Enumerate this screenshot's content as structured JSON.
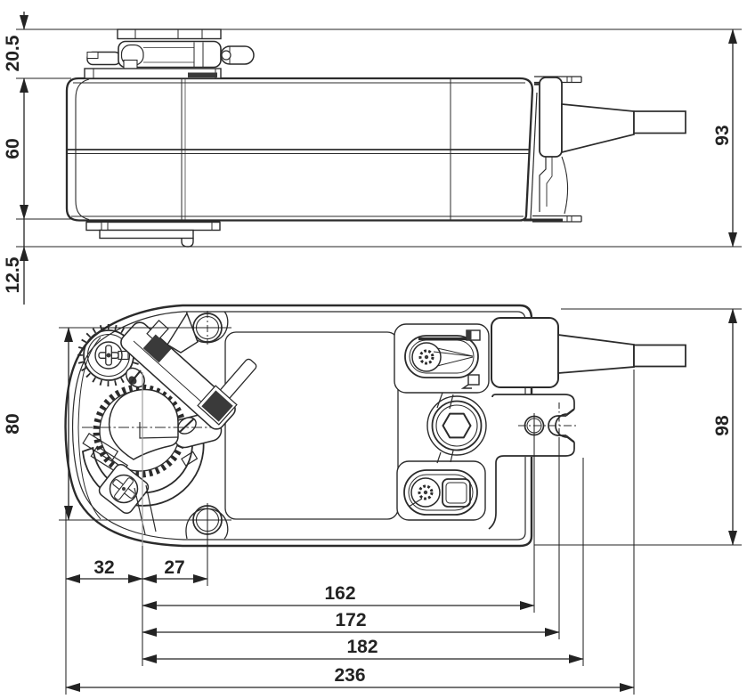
{
  "drawing": {
    "units": "mm",
    "line_color": "#2b2b2b",
    "dim_color": "#232323",
    "background": "#ffffff"
  },
  "dimensions": {
    "side_view": {
      "clamp_height": "20.5",
      "body_height": "60",
      "foot_depth": "12.5",
      "overall_height": "93"
    },
    "plan_view": {
      "hole_spacing": "80",
      "overall_depth": "98",
      "edge_to_shaft": "32",
      "shaft_to_hole": "27",
      "shaft_to_pilot": "162",
      "shaft_to_slot": "172",
      "shaft_to_plate_edge": "182",
      "overall_length": "236"
    }
  }
}
